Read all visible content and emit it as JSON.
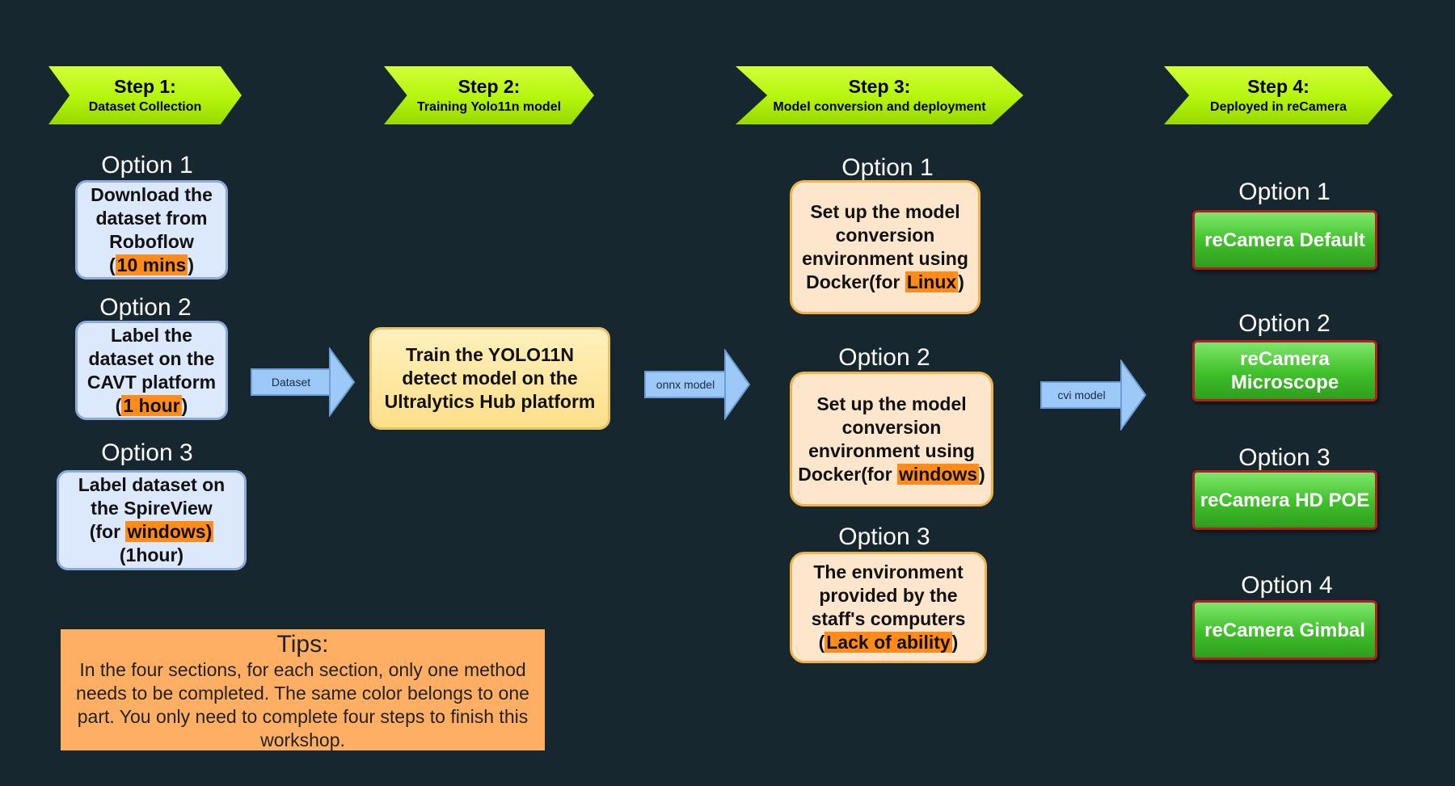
{
  "steps": [
    {
      "title": "Step 1:",
      "subtitle": "Dataset Collection"
    },
    {
      "title": "Step 2:",
      "subtitle": "Training Yolo11n model"
    },
    {
      "title": "Step 3:",
      "subtitle": "Model conversion and deployment"
    },
    {
      "title": "Step 4:",
      "subtitle": "Deployed in reCamera"
    }
  ],
  "step1": {
    "opt1": {
      "label": "Option 1",
      "line1": "Download the",
      "line2": "dataset from",
      "line3": "Roboflow",
      "open": "(",
      "highlight": "10 mins",
      "close": ")"
    },
    "opt2": {
      "label": "Option 2",
      "line1": "Label the",
      "line2": "dataset on the",
      "line3": "CAVT platform",
      "open": "(",
      "highlight": "1 hour",
      "close": ")"
    },
    "opt3": {
      "label": "Option 3",
      "line1": "Label dataset on",
      "line2": "the SpireView",
      "line3a": "(for ",
      "highlight": "windows)",
      "line4": "(1hour)"
    }
  },
  "step2": {
    "line1": "Train the YOLO11N",
    "line2": "detect model on the",
    "line3": "Ultralytics Hub platform"
  },
  "step3": {
    "opt1": {
      "label": "Option 1",
      "line1": "Set up the model",
      "line2": "conversion",
      "line3": "environment using",
      "line4a": "Docker(for ",
      "highlight": "Linux",
      "line4b": ")"
    },
    "opt2": {
      "label": "Option 2",
      "line1": "Set up the model",
      "line2": "conversion",
      "line3": "environment using",
      "line4a": "Docker(for ",
      "highlight": "windows",
      "line4b": ")"
    },
    "opt3": {
      "label": "Option 3",
      "line1": "The environment",
      "line2": "provided by the",
      "line3": "staff's computers",
      "line4a": "(",
      "highlight": "Lack of ability",
      "line4b": ")"
    }
  },
  "step4": {
    "opt1": {
      "label": "Option 1",
      "line1": "reCamera Default"
    },
    "opt2": {
      "label": "Option 2",
      "line1": "reCamera",
      "line2": "Microscope"
    },
    "opt3": {
      "label": "Option 3",
      "line1": "reCamera HD POE"
    },
    "opt4": {
      "label": "Option 4",
      "line1": "reCamera Gimbal"
    }
  },
  "arrows": {
    "a1": "Dataset",
    "a2": "onnx model",
    "a3": "cvi model"
  },
  "tips": {
    "title": "Tips:",
    "body": "In the four sections, for each section, only one method needs to be completed. The same color belongs to one part. You only need to complete four steps to finish this workshop."
  },
  "colors": {
    "background": "#17272f",
    "step": "#b4f40c",
    "highlight": "#ff8c1a",
    "tips": "#ffaf63"
  }
}
